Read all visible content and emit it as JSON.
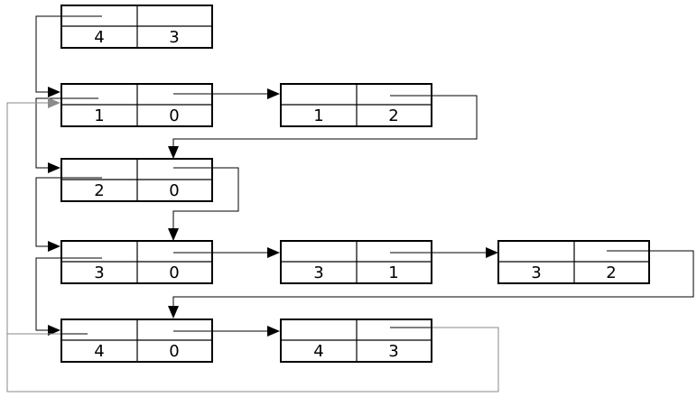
{
  "diagram": {
    "nodes": [
      {
        "id": "n0",
        "left": "4",
        "right": "3"
      },
      {
        "id": "n1",
        "left": "1",
        "right": "0"
      },
      {
        "id": "n2",
        "left": "1",
        "right": "2"
      },
      {
        "id": "n3",
        "left": "2",
        "right": "0"
      },
      {
        "id": "n4",
        "left": "3",
        "right": "0"
      },
      {
        "id": "n5",
        "left": "3",
        "right": "1"
      },
      {
        "id": "n6",
        "left": "3",
        "right": "2"
      },
      {
        "id": "n7",
        "left": "4",
        "right": "0"
      },
      {
        "id": "n8",
        "left": "4",
        "right": "3"
      }
    ]
  }
}
